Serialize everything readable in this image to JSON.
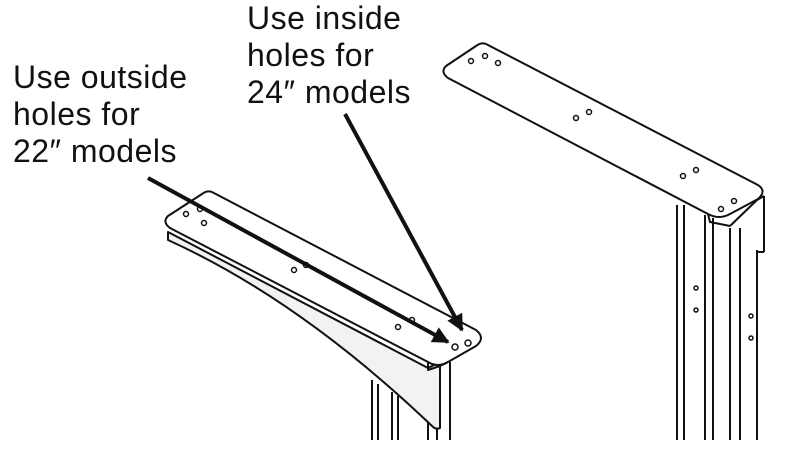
{
  "callouts": {
    "inside": {
      "lines": [
        "Use inside",
        "holes for",
        "24″ models"
      ]
    },
    "outside": {
      "lines": [
        "Use outside",
        "holes for",
        "22″ models"
      ]
    }
  },
  "colors": {
    "line": "#111111",
    "fill": "#ffffff",
    "shade": "#f2f2f2"
  }
}
